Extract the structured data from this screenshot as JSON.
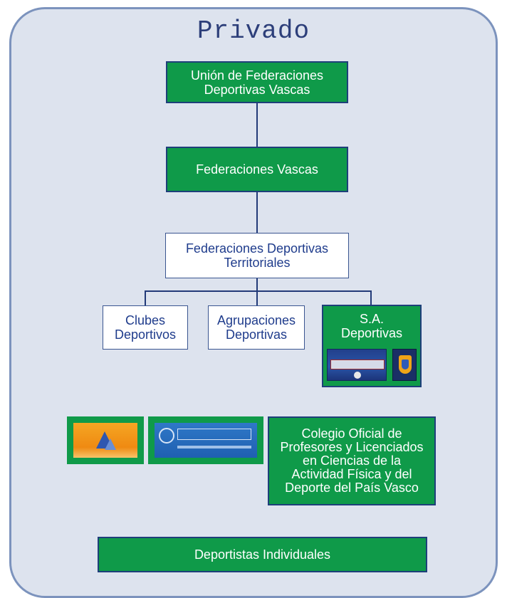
{
  "title": "Privado",
  "colors": {
    "panel_bg": "#dde3ee",
    "panel_border": "#7c93bd",
    "green_box": "#0f9a49",
    "box_border": "#1e3f7a",
    "text_blue": "#1f3c8c"
  },
  "nodes": {
    "union_line1": "Unión de Federaciones",
    "union_line2": "Deportivas Vascas",
    "federaciones_vascas": "Federaciones Vascas",
    "territoriales_line1": "Federaciones Deportivas",
    "territoriales_line2": "Territoriales",
    "clubes_line1": "Clubes",
    "clubes_line2": "Deportivos",
    "agrupaciones_line1": "Agrupaciones",
    "agrupaciones_line2": "Deportivas",
    "sa_line1": "S.A.",
    "sa_line2": "Deportivas",
    "colegio_line1": "Colegio Oficial de",
    "colegio_line2": "Profesores y Licenciados",
    "colegio_line3": "en Ciencias de la",
    "colegio_line4": "Actividad Física y del",
    "colegio_line5": "Deporte del País Vasco",
    "deportistas": "Deportistas Individuales"
  },
  "logos": {
    "sa_logo_1": "club-crest-banner-logo",
    "sa_logo_2": "club-shield-logo",
    "logo_orange": "triangle-mark-logo",
    "logo_blue": "estadio-logo"
  }
}
